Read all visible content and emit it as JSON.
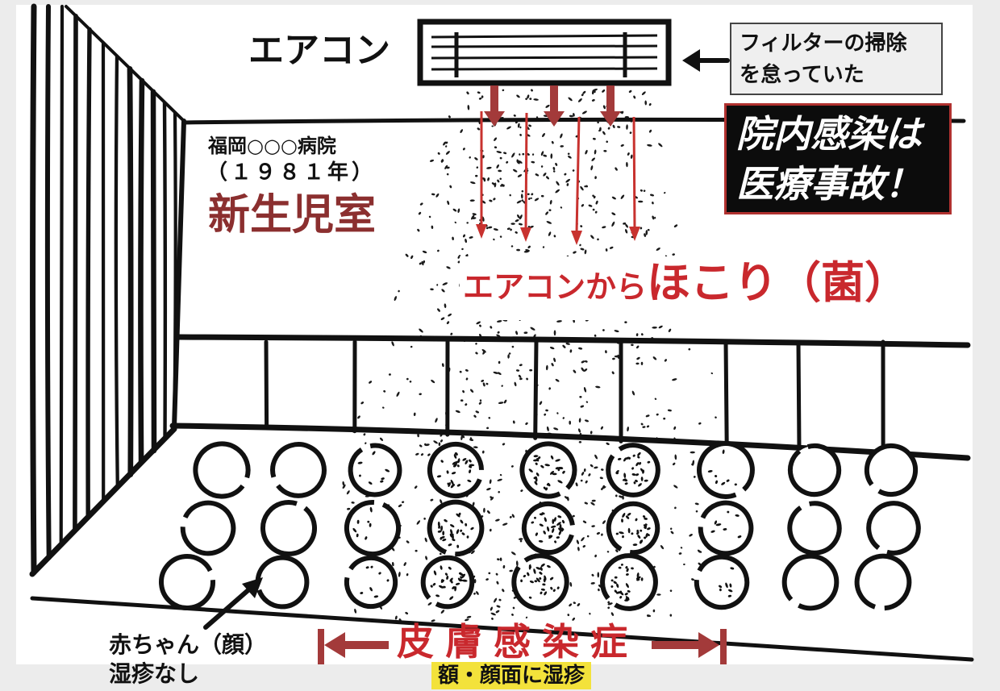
{
  "aircon": {
    "label": "エアコン"
  },
  "filter_note": {
    "lines": [
      "フィルターの掃除",
      "を怠っていた"
    ]
  },
  "warning": {
    "lines": [
      "院内感染は",
      "医療事故！"
    ]
  },
  "hospital": {
    "name": "福岡○○○病院",
    "year": "（１９８１年）",
    "room": "新生児室"
  },
  "dust_caption": {
    "part1": "エアコンから",
    "part2": "ほこり（菌）"
  },
  "baby_note": {
    "lines": [
      "赤ちゃん（顔）",
      "湿疹なし"
    ]
  },
  "infection": {
    "label": "皮膚感染症",
    "detail": "額・顔面に湿疹"
  },
  "nursery": {
    "babies": [
      [
        0,
        0,
        1,
        2,
        2,
        2,
        1,
        0,
        0
      ],
      [
        0,
        0,
        1,
        2,
        2,
        2,
        1,
        0,
        0
      ],
      [
        0,
        0,
        1,
        2,
        2,
        2,
        1,
        0,
        0
      ]
    ]
  },
  "colors": {
    "ink": "#111111",
    "room_title": "#8b2f2f",
    "caption_red": "#c9282d",
    "arrow_dark_red": "#a33a3a",
    "arrow_red": "#c8322f",
    "warning_border": "#b0312f",
    "highlight": "#f3e23b"
  }
}
